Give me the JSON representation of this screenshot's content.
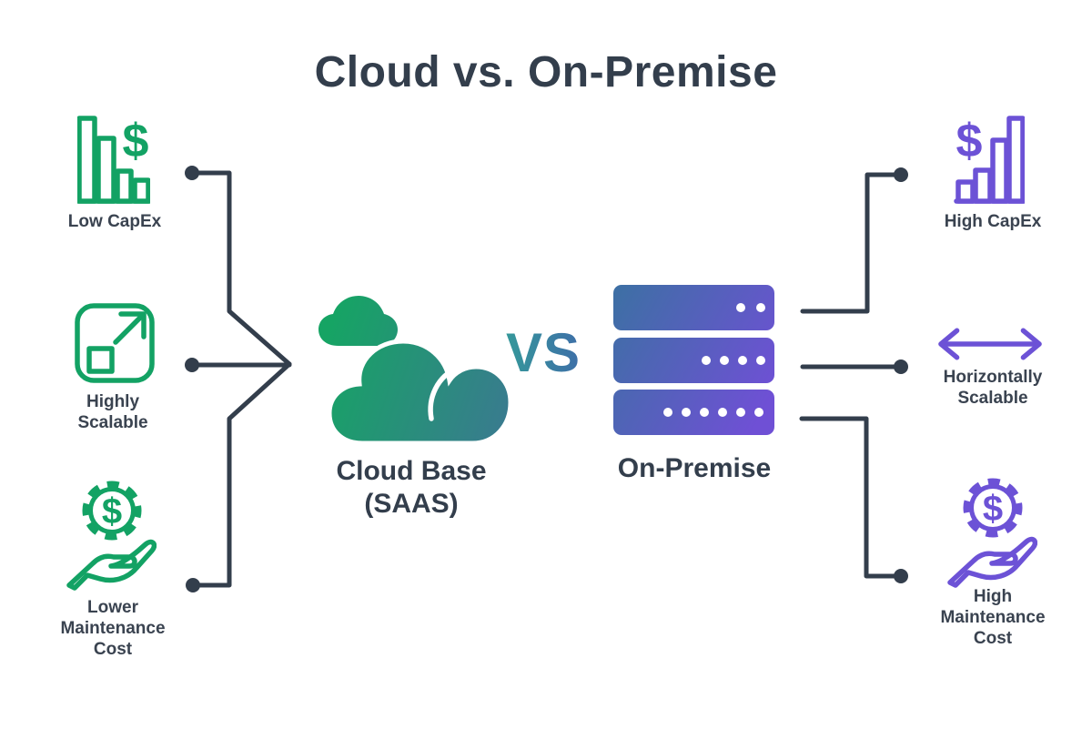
{
  "title": "Cloud vs. On-Premise",
  "glyphs": {
    "dollar": "$"
  },
  "center": {
    "cloud_node": {
      "label": "Cloud Base\n(SAAS)",
      "icon": "cloud-icon"
    },
    "vs_label": "VS",
    "server_node": {
      "label": "On-Premise",
      "icon": "server-rack-icon"
    }
  },
  "left_features": [
    {
      "label": "Low CapEx",
      "icon": "declining-bars-dollar-icon"
    },
    {
      "label": "Highly\nScalable",
      "icon": "expand-scale-icon"
    },
    {
      "label": "Lower\nMaintenance\nCost",
      "icon": "dollar-gear-hand-icon"
    }
  ],
  "right_features": [
    {
      "label": "High CapEx",
      "icon": "rising-bars-dollar-icon"
    },
    {
      "label": "Horizontally\nScalable",
      "icon": "horizontal-double-arrow-icon"
    },
    {
      "label": "High\nMaintenance\nCost",
      "icon": "dollar-gear-hand-icon"
    }
  ],
  "colors": {
    "green": "#13A264",
    "purple": "#6C52D6",
    "dark": "#333E4C",
    "label_text": "#3A4350",
    "cloud_gradient_start": "#16A464",
    "cloud_gradient_end": "#3A7A90",
    "server_gradient_start": "#3E6FA5",
    "server_gradient_end": "#6F50D5",
    "vs_gradient_start": "#35989A",
    "vs_gradient_end": "#3E6FA8"
  }
}
